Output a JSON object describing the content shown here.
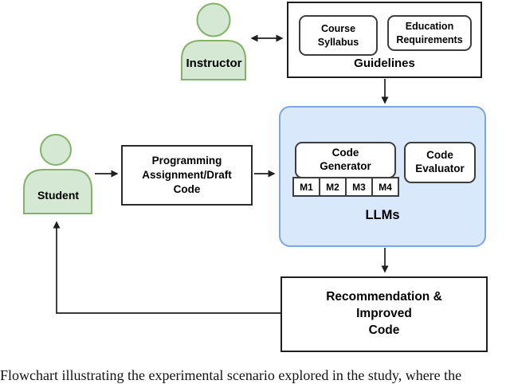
{
  "figure": {
    "instructor_label": "Instructor",
    "student_label": "Student",
    "guidelines": {
      "course_syllabus": "Course\nSyllabus",
      "education_requirements": "Education\nRequirements",
      "label": "Guidelines"
    },
    "assignment_label": "Programming\nAssignment/Draft\nCode",
    "llms": {
      "code_generator": "Code\nGenerator",
      "code_evaluator": "Code\nEvaluator",
      "models": [
        "M1",
        "M2",
        "M3",
        "M4"
      ],
      "label": "LLMs"
    },
    "recommendation_label": "Recommendation &\nImproved\nCode",
    "caption_fragment": "Flowchart illustrating the experimental scenario explored in the study, where the"
  },
  "colors": {
    "actor_fill": "#d5e8d4",
    "actor_stroke": "#82b366",
    "llms_fill": "#dae8fc",
    "llms_stroke": "#7ea6e0",
    "line": "#1f1f1f"
  }
}
